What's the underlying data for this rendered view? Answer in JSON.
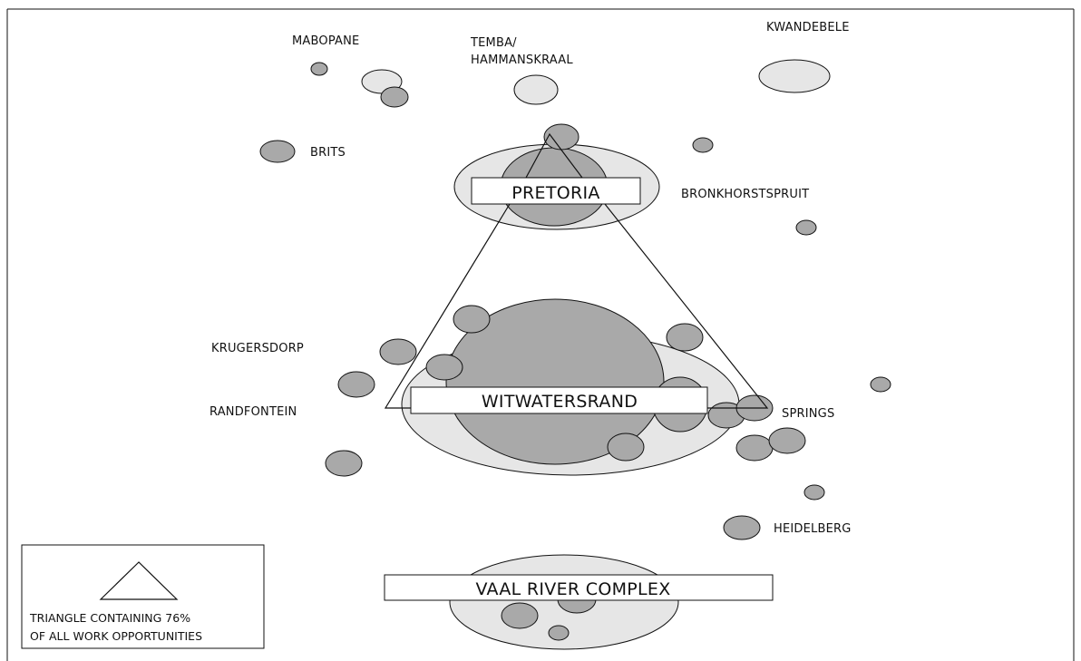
{
  "colors": {
    "light_fill": "#e6e6e6",
    "dark_fill": "#a9a9a9",
    "stroke": "#111111",
    "background": "#ffffff"
  },
  "towns": {
    "mabopane": "MABOPANE",
    "temba_line1": "TEMBA/",
    "temba_line2": "HAMMANSKRAAL",
    "kwandebele": "KWANDEBELE",
    "brits": "BRITS",
    "bronkhorstspruit": "BRONKHORSTSPRUIT",
    "krugersdorp": "KRUGERSDORP",
    "randfontein": "RANDFONTEIN",
    "springs": "SPRINGS",
    "heidelberg": "HEIDELBERG"
  },
  "regions": {
    "pretoria": "PRETORIA",
    "witwatersrand": "WITWATERSRAND",
    "vaal": "VAAL RIVER COMPLEX"
  },
  "legend": {
    "line1": "TRIANGLE CONTAINING 76%",
    "line2": "OF ALL WORK OPPORTUNITIES"
  }
}
